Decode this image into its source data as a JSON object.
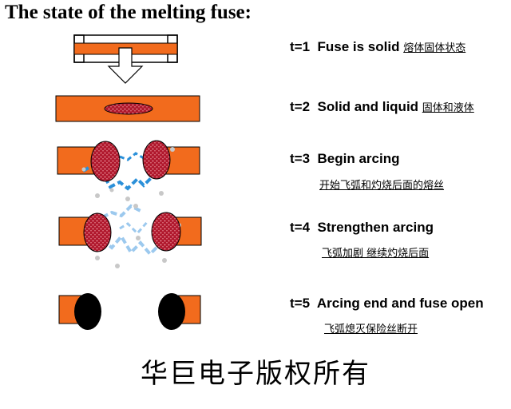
{
  "title": "The state of the melting fuse:",
  "colors": {
    "fuse_body": "#f26b1d",
    "fuse_outline": "#000000",
    "molten_fill": "#b0182d",
    "molten_dots": "#f0a0a8",
    "arc_strong": "#2b90d9",
    "arc_light": "#9cc9ee",
    "spark": "#c8c8c8",
    "melted_end": "#000000"
  },
  "stages": [
    {
      "time": "t=1",
      "en": "Fuse is solid",
      "zh": "熔体固体状态"
    },
    {
      "time": "t=2",
      "en": "Solid and liquid",
      "zh": "固体和液体"
    },
    {
      "time": "t=3",
      "en": "Begin arcing",
      "zh": "开始飞弧和灼烧后面的熔丝"
    },
    {
      "time": "t=4",
      "en": "Strengthen arcing",
      "zh": "飞弧加剧 继续灼烧后面"
    },
    {
      "time": "t=5",
      "en": "Arcing end and fuse open",
      "zh": "飞弧熄灭保险丝断开"
    }
  ],
  "footer": "华巨电子版权所有"
}
